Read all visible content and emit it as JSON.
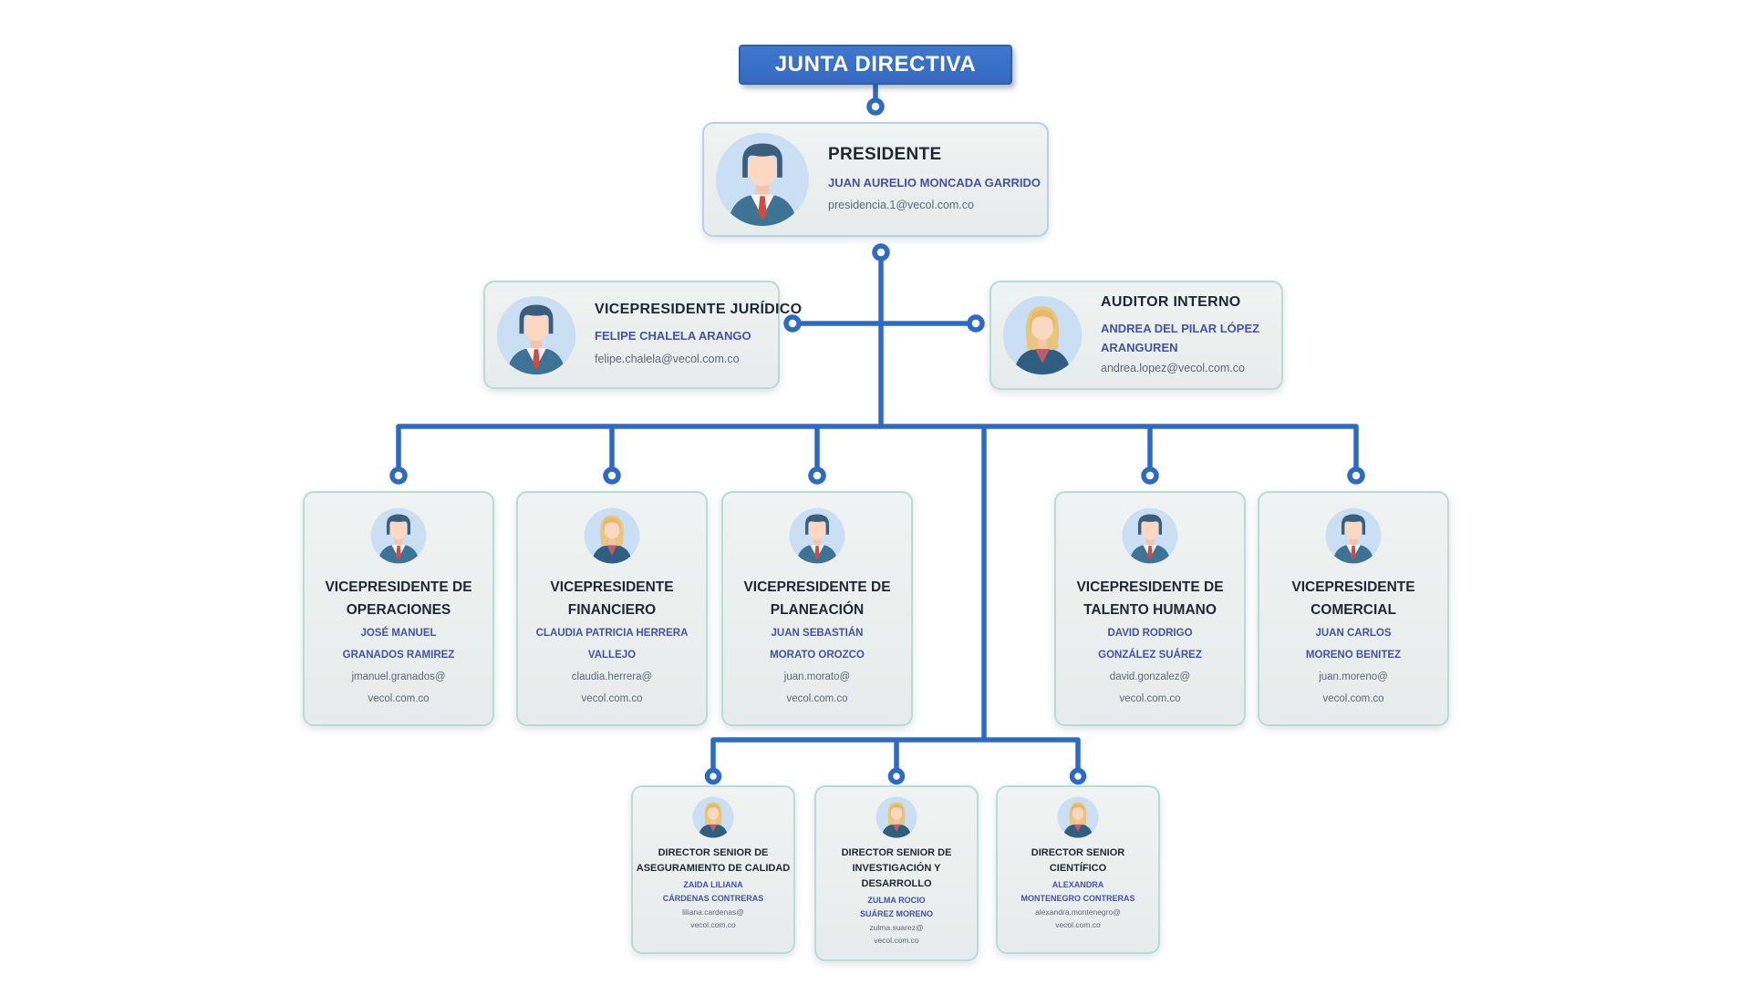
{
  "org": {
    "root": {
      "label": "JUNTA DIRECTIVA"
    },
    "president": {
      "title": "PRESIDENTE",
      "name_lines": [
        "JUAN AURELIO MONCADA GARRIDO"
      ],
      "email_lines": [
        "presidencia.1@vecol.com.co"
      ],
      "avatar": "male"
    },
    "legal_vp": {
      "title": "VICEPRESIDENTE JURÍDICO",
      "name_lines": [
        "FELIPE CHALELA ARANGO"
      ],
      "email_lines": [
        "felipe.chalela@vecol.com.co"
      ],
      "avatar": "male"
    },
    "internal_auditor": {
      "title": "AUDITOR INTERNO",
      "name_lines": [
        "ANDREA DEL PILAR LÓPEZ",
        "ARANGUREN"
      ],
      "email_lines": [
        "andrea.lopez@vecol.com.co"
      ],
      "avatar": "female"
    },
    "vps": [
      {
        "title_lines": [
          "VICEPRESIDENTE DE",
          "OPERACIONES"
        ],
        "name_lines": [
          "JOSÉ MANUEL",
          "GRANADOS RAMIREZ"
        ],
        "email_lines": [
          "jmanuel.granados@",
          "vecol.com.co"
        ],
        "avatar": "male"
      },
      {
        "title_lines": [
          "VICEPRESIDENTE",
          "FINANCIERO"
        ],
        "name_lines": [
          "CLAUDIA PATRICIA HERRERA",
          "VALLEJO"
        ],
        "email_lines": [
          "claudia.herrera@",
          "vecol.com.co"
        ],
        "avatar": "female"
      },
      {
        "title_lines": [
          "VICEPRESIDENTE DE",
          "PLANEACIÓN"
        ],
        "name_lines": [
          "JUAN SEBASTIÁN",
          "MORATO OROZCO"
        ],
        "email_lines": [
          "juan.morato@",
          "vecol.com.co"
        ],
        "avatar": "male"
      },
      {
        "title_lines": [
          "VICEPRESIDENTE DE",
          "TALENTO HUMANO"
        ],
        "name_lines": [
          "DAVID RODRIGO",
          "GONZÁLEZ SUÁREZ"
        ],
        "email_lines": [
          "david.gonzalez@",
          "vecol.com.co"
        ],
        "avatar": "male"
      },
      {
        "title_lines": [
          "VICEPRESIDENTE",
          "COMERCIAL"
        ],
        "name_lines": [
          "JUAN CARLOS",
          "MORENO BENITEZ"
        ],
        "email_lines": [
          "juan.moreno@",
          "vecol.com.co"
        ],
        "avatar": "male"
      }
    ],
    "directors": [
      {
        "title_lines": [
          "DIRECTOR SENIOR DE",
          "ASEGURAMIENTO DE CALIDAD"
        ],
        "name_lines": [
          "ZAIDA LILIANA",
          "CÁRDENAS CONTRERAS"
        ],
        "email_lines": [
          "liliana.cardenas@",
          "vecol.com.co"
        ],
        "avatar": "female"
      },
      {
        "title_lines": [
          "DIRECTOR SENIOR DE",
          "INVESTIGACIÓN Y",
          "DESARROLLO"
        ],
        "name_lines": [
          "ZULMA ROCIO",
          "SUÁREZ MORENO"
        ],
        "email_lines": [
          "zulma.suarez@",
          "vecol.com.co"
        ],
        "avatar": "female"
      },
      {
        "title_lines": [
          "DIRECTOR SENIOR",
          "CIENTÍFICO"
        ],
        "name_lines": [
          "ALEXANDRA",
          "MONTENEGRO CONTRERAS"
        ],
        "email_lines": [
          "alexandra.montenegro@",
          "vecol.com.co"
        ],
        "avatar": "female"
      }
    ],
    "colors": {
      "connector": "#2d6ac6",
      "root_bg": "#3a72c8",
      "card_border_teal": "#b7dcd2",
      "card_border_blue": "#b9cfe9",
      "title_text": "#1d2733",
      "name_text": "#4352a3",
      "email_text": "#5c6878"
    }
  }
}
